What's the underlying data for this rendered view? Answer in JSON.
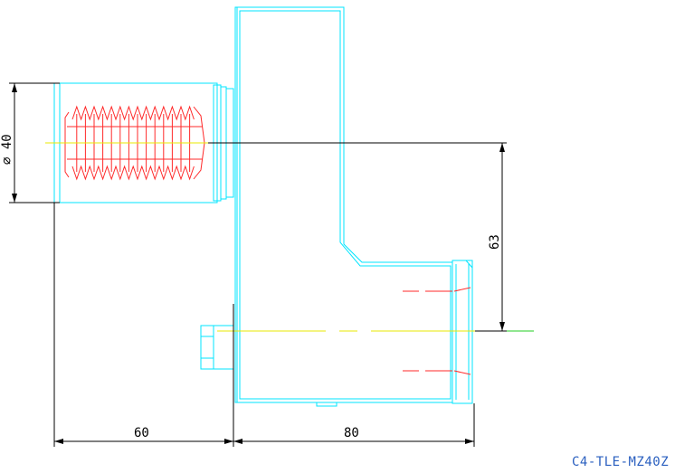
{
  "drawing": {
    "part_code": "C4-TLE-MZ40Z",
    "dimensions": {
      "diameter": "⌀ 40",
      "height_offset": "63",
      "length_left": "60",
      "length_right": "80"
    },
    "colors": {
      "outline": "#00e5ff",
      "thread": "#ff2a2a",
      "centerline": "#e8e800",
      "axis": "#22cc22",
      "dimension": "#000000",
      "code": "#2a5fbf"
    }
  }
}
